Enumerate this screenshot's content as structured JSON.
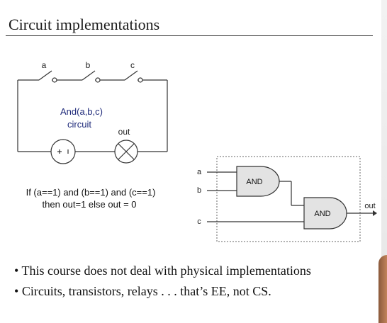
{
  "slide": {
    "title": "Circuit implementations",
    "bullets": [
      "This course does not deal with physical implementations",
      "Circuits, transistors, relays . . . that’s EE, not CS."
    ]
  },
  "relay_circuit": {
    "switch_labels": [
      "a",
      "b",
      "c"
    ],
    "caption_line1": "And(a,b,c)",
    "caption_line2": "circuit",
    "out_label": "out",
    "condition_line1": "If (a==1) and (b==1) and (c==1)",
    "condition_line2": "then out=1 else out = 0"
  },
  "gate_circuit": {
    "input_labels": [
      "a",
      "b",
      "c"
    ],
    "gate1_label": "AND",
    "gate2_label": "AND",
    "out_label": "out"
  },
  "colors": {
    "caption": "#1f2a7a",
    "gate_fill": "#e3e3e3",
    "line": "#333333"
  }
}
